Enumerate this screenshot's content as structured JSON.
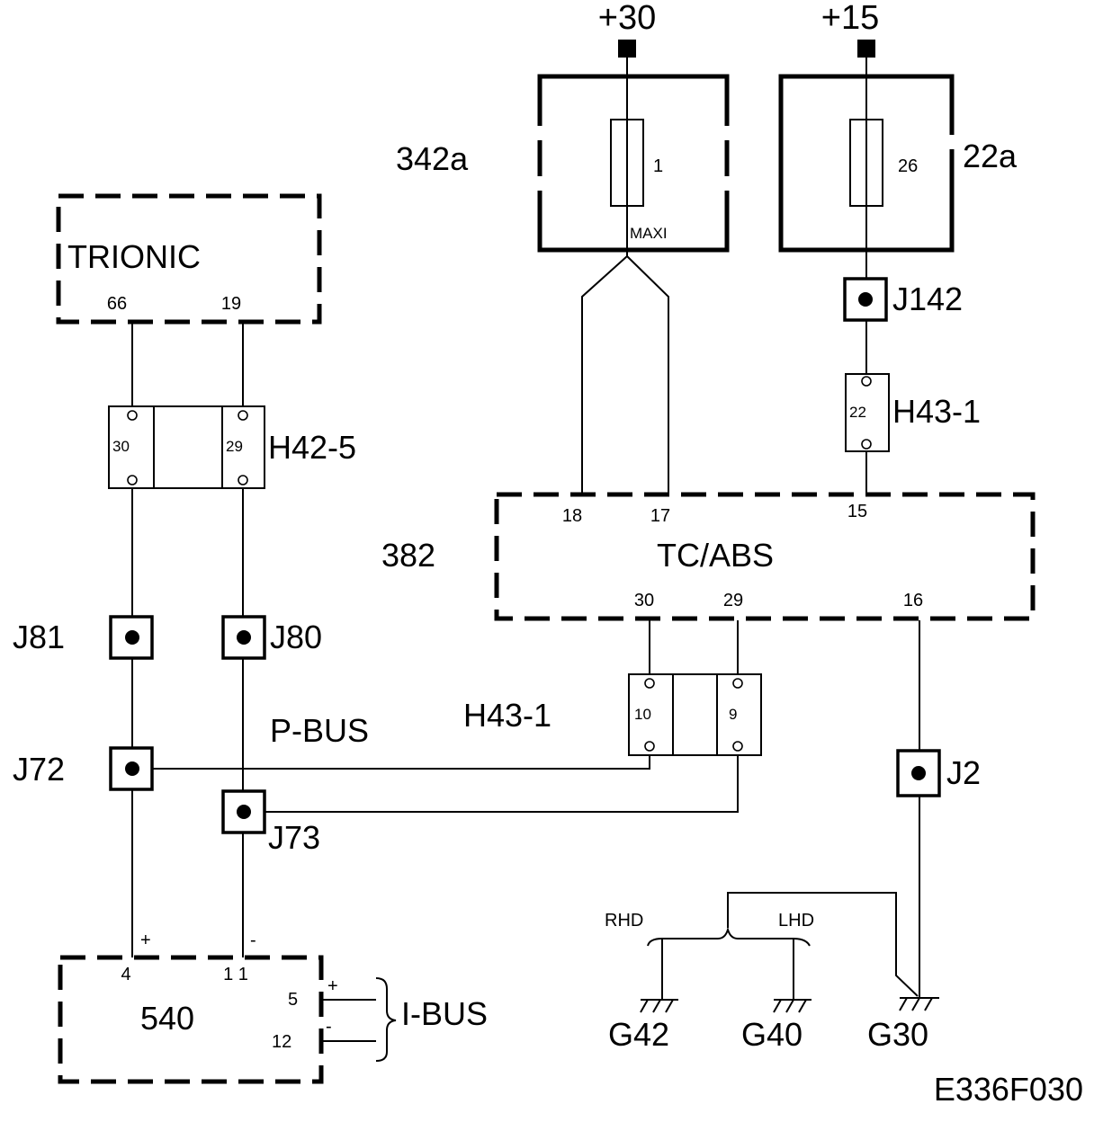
{
  "supplies": {
    "plus30": "+30",
    "plus15": "+15"
  },
  "fuse_boxes": {
    "box342a": {
      "label": "342a",
      "fuse": "1",
      "type": "MAXI"
    },
    "box22a": {
      "label": "22a",
      "fuse": "26"
    }
  },
  "trionic": {
    "label": "TRIONIC",
    "pin_a": "66",
    "pin_b": "19"
  },
  "h42_5": {
    "label": "H42-5",
    "pin_a": "30",
    "pin_b": "29"
  },
  "j142": {
    "label": "J142"
  },
  "h43_1_top": {
    "label": "H43-1",
    "pin": "22"
  },
  "tcabs": {
    "label": "TC/ABS",
    "ref": "382",
    "pins": {
      "p18": "18",
      "p17": "17",
      "p15": "15",
      "p30": "30",
      "p29": "29",
      "p16": "16"
    }
  },
  "splices": {
    "j81": "J81",
    "j80": "J80",
    "j72": "J72",
    "j73": "J73",
    "j2": "J2"
  },
  "pbus": "P-BUS",
  "h43_1_mid": {
    "label": "H43-1",
    "pin_a": "10",
    "pin_b": "9"
  },
  "unit540": {
    "label": "540",
    "pin4": "4",
    "pin11": "1 1",
    "pin5": "5",
    "pin12": "12",
    "plus": "+",
    "minus": "-"
  },
  "ibus": {
    "label": "I-BUS",
    "plus": "+",
    "minus": "-"
  },
  "grounds": {
    "rhd": "RHD",
    "lhd": "LHD",
    "g42": "G42",
    "g40": "G40",
    "g30": "G30"
  },
  "figure_code": "E336F030"
}
